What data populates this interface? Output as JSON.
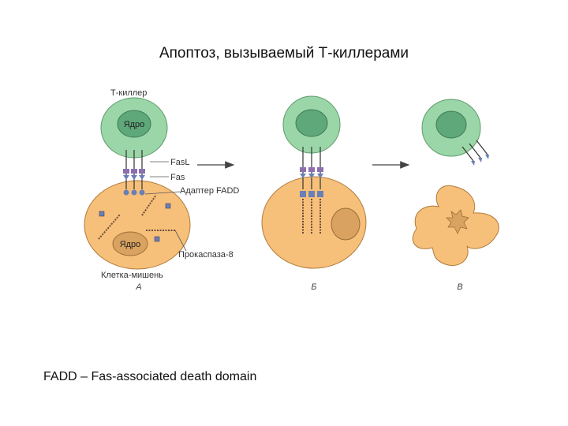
{
  "title": "Апоптоз, вызываемый Т-киллерами",
  "footnote": "FADD – Fas-associated death domain",
  "labels": {
    "t_killer": "Т-киллер",
    "nucleus": "Ядро",
    "fasl": "FasL",
    "fas": "Fas",
    "adapter": "Адаптер FADD",
    "procaspase": "Прокаспаза-8",
    "target": "Клетка-мишень"
  },
  "panels": [
    "А",
    "Б",
    "В"
  ],
  "colors": {
    "killer_cell": "#9bd6a8",
    "killer_nucleus": "#5ea87a",
    "target_cell": "#f7c07a",
    "target_nucleus": "#d9a260",
    "receptor": "#6a7fb5",
    "ligand": "#8c6fb0",
    "procaspase": "#6b4a3a"
  }
}
